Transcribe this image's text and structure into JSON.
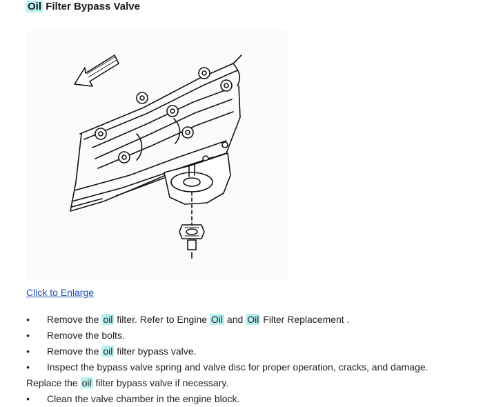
{
  "title": {
    "highlight": "Oil",
    "rest": "Filter Bypass Valve"
  },
  "figure": {
    "icon": "engine-oil-filter-illustration"
  },
  "link": {
    "label": "Click to Enlarge"
  },
  "steps": [
    {
      "bullet": "•",
      "parts": [
        {
          "t": "Remove the ",
          "hl": false
        },
        {
          "t": "oil",
          "hl": true
        },
        {
          "t": " filter. Refer to Engine ",
          "hl": false
        },
        {
          "t": "Oil",
          "hl": true
        },
        {
          "t": " and ",
          "hl": false
        },
        {
          "t": "Oil",
          "hl": true
        },
        {
          "t": " Filter Replacement .",
          "hl": false
        }
      ]
    },
    {
      "bullet": "•",
      "parts": [
        {
          "t": "Remove the bolts.",
          "hl": false
        }
      ]
    },
    {
      "bullet": "•",
      "parts": [
        {
          "t": "Remove the ",
          "hl": false
        },
        {
          "t": "oil",
          "hl": true
        },
        {
          "t": " filter bypass valve.",
          "hl": false
        }
      ]
    },
    {
      "bullet": "•",
      "parts": [
        {
          "t": "Inspect the bypass valve spring and valve disc for proper operation, cracks, and damage.",
          "hl": false
        }
      ]
    },
    {
      "bullet": "",
      "parts": [
        {
          "t": "Replace the ",
          "hl": false
        },
        {
          "t": "oil",
          "hl": true
        },
        {
          "t": " filter bypass valve if necessary.",
          "hl": false
        }
      ]
    },
    {
      "bullet": "•",
      "parts": [
        {
          "t": "Clean the valve chamber in the engine block.",
          "hl": false
        }
      ]
    }
  ]
}
